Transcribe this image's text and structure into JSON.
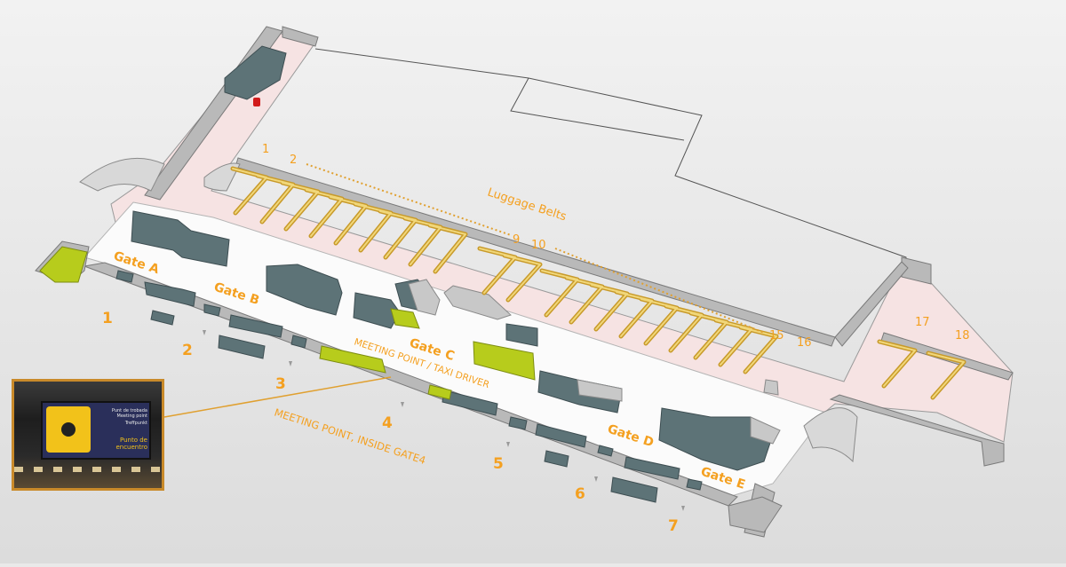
{
  "map": {
    "belts_title": "Luggage Belts",
    "belt_numbers": [
      "1",
      "2",
      "9",
      "10",
      "15",
      "16",
      "17",
      "18"
    ],
    "gates": [
      "Gate A",
      "Gate B",
      "Gate C",
      "Gate D",
      "Gate E"
    ],
    "exits": [
      "1",
      "2",
      "3",
      "4",
      "5",
      "6",
      "7"
    ],
    "meeting_point_label": "MEETING POINT / TAXI DRIVER",
    "meeting_point_inside": "MEETING POINT, INSIDE GATE4"
  },
  "photo_sign": {
    "line1": "Punt de trobada",
    "line2": "Meeting point",
    "line3": "Treffpunkt",
    "line4": "Punto de",
    "line5": "encuentro"
  },
  "colors": {
    "label": "#f4a020",
    "belt": "#e0b84a",
    "floor": "#f6e6e6",
    "block": "#5d7377",
    "meeting_area": "#b7cc1c"
  }
}
